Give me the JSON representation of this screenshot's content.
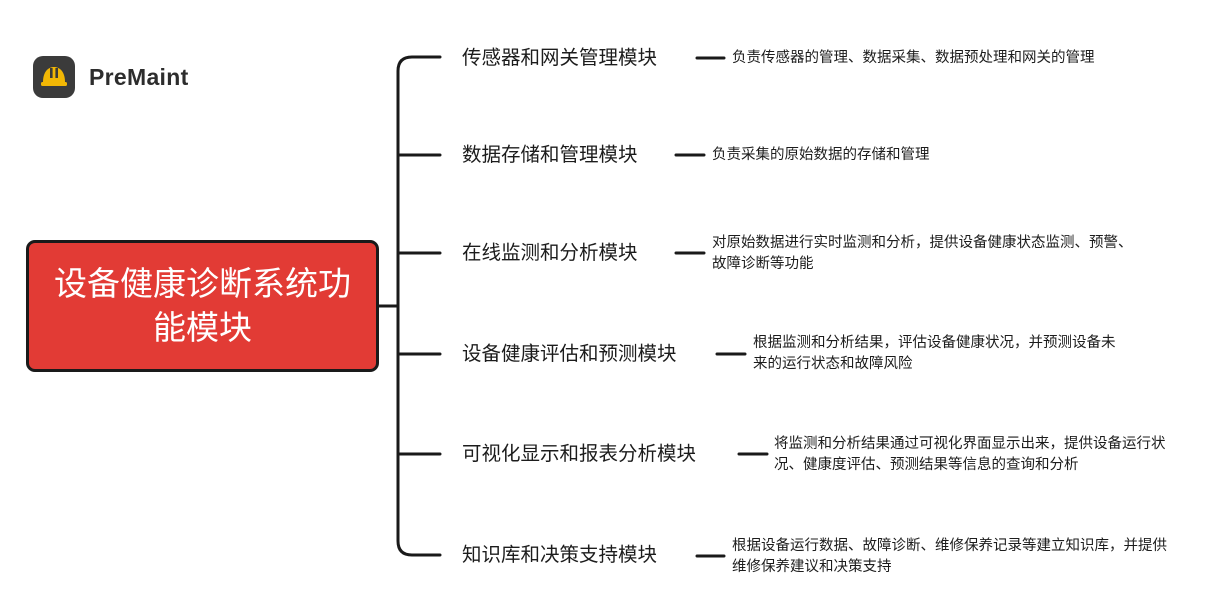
{
  "brand": {
    "name": "PreMaint",
    "icon": "hard-hat-icon"
  },
  "root": {
    "title": "设备健康诊断系统功能模块"
  },
  "branches": [
    {
      "title": "传感器和网关管理模块",
      "desc": "负责传感器的管理、数据采集、数据预处理和网关的管理"
    },
    {
      "title": "数据存储和管理模块",
      "desc": "负责采集的原始数据的存储和管理"
    },
    {
      "title": "在线监测和分析模块",
      "desc": "对原始数据进行实时监测和分析，提供设备健康状态监测、预警、故障诊断等功能"
    },
    {
      "title": "设备健康评估和预测模块",
      "desc": "根据监测和分析结果，评估设备健康状况，并预测设备未来的运行状态和故障风险"
    },
    {
      "title": "可视化显示和报表分析模块",
      "desc": "将监测和分析结果通过可视化界面显示出来，提供设备运行状况、健康度评估、预测结果等信息的查询和分析"
    },
    {
      "title": "知识库和决策支持模块",
      "desc": "根据设备运行数据、故障诊断、维修保养记录等建立知识库，并提供维修保养建议和决策支持"
    }
  ],
  "colors": {
    "root_fill": "#e23b35",
    "line": "#1a1a1a",
    "logo_bg": "#3b3b3b",
    "logo_hat": "#f2b705"
  }
}
